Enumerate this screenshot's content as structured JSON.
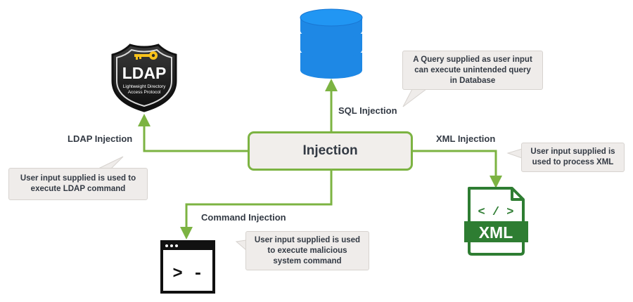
{
  "center": {
    "label": "Injection"
  },
  "branches": {
    "sql": {
      "label": "SQL Injection",
      "callout": [
        "A Query supplied as user input",
        "can execute unintended query",
        "in Database"
      ],
      "icon": "database-icon"
    },
    "ldap": {
      "label": "LDAP Injection",
      "callout": [
        "User input supplied is used to",
        "execute LDAP command"
      ],
      "icon": "ldap-shield-icon",
      "badge": {
        "title": "LDAP",
        "subtitle_line1": "Lightweight Directory",
        "subtitle_line2": "Access Protocol"
      }
    },
    "xml": {
      "label": "XML Injection",
      "callout": [
        "User input supplied is",
        "used to process XML"
      ],
      "icon": "xml-file-icon",
      "badge": {
        "code": "< / >",
        "title": "XML"
      }
    },
    "command": {
      "label": "Command Injection",
      "callout": [
        "User input supplied is used",
        "to execute malicious",
        "system command"
      ],
      "icon": "terminal-icon",
      "badge": {
        "prompt": "> -"
      }
    }
  },
  "colors": {
    "connector": "#7cb342",
    "box_fill": "#f1eeeb",
    "callout_fill": "#efecea",
    "database": "#1e88e5",
    "xml_green": "#2e7d32",
    "text": "#333a44"
  }
}
